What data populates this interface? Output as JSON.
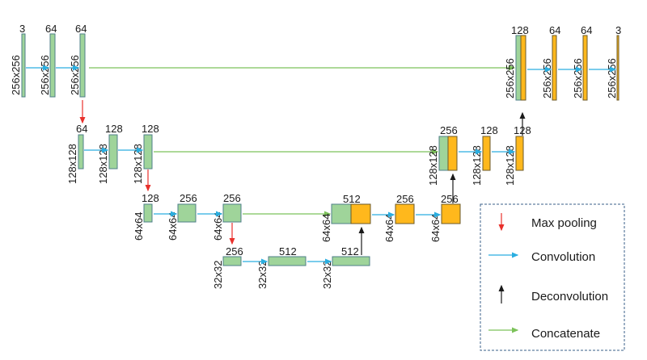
{
  "colors": {
    "encoder_fill": "#9fd49a",
    "encoder_stroke": "#4f7f8a",
    "decoder_fill": "#ffb81c",
    "decoder_stroke": "#6b5a2a",
    "maxpool": "#e8302b",
    "convolution": "#2aaee0",
    "deconvolution": "#1a1a1a",
    "concatenate": "#7cc25a",
    "legend_border": "#3a5f8a"
  },
  "levels": {
    "l0": {
      "sizes": [
        "256x256",
        "256x256",
        "256x256"
      ],
      "channels": [
        "3",
        "64",
        "64"
      ],
      "dec_sizes": [
        "256x256",
        "256x256",
        "256x256",
        "256x256"
      ],
      "dec_channels": [
        "128",
        "64",
        "64",
        "3"
      ]
    },
    "l1": {
      "sizes": [
        "128x128",
        "128x128",
        "128x128"
      ],
      "channels": [
        "64",
        "128",
        "128"
      ],
      "dec_sizes": [
        "128x128",
        "128x128",
        "128x128"
      ],
      "dec_channels": [
        "256",
        "128",
        "128"
      ]
    },
    "l2": {
      "sizes": [
        "64x64",
        "64x64",
        "64x64"
      ],
      "channels": [
        "128",
        "256",
        "256"
      ],
      "dec_sizes": [
        "64x64",
        "64x64",
        "64x64"
      ],
      "dec_channels": [
        "512",
        "256",
        "256"
      ]
    },
    "l3": {
      "sizes": [
        "32x32",
        "32x32",
        "32x32"
      ],
      "channels": [
        "256",
        "512",
        "512"
      ]
    }
  },
  "legend": {
    "max_pooling": "Max pooling",
    "convolution": "Convolution",
    "deconvolution": "Deconvolution",
    "concatenate": "Concatenate"
  }
}
